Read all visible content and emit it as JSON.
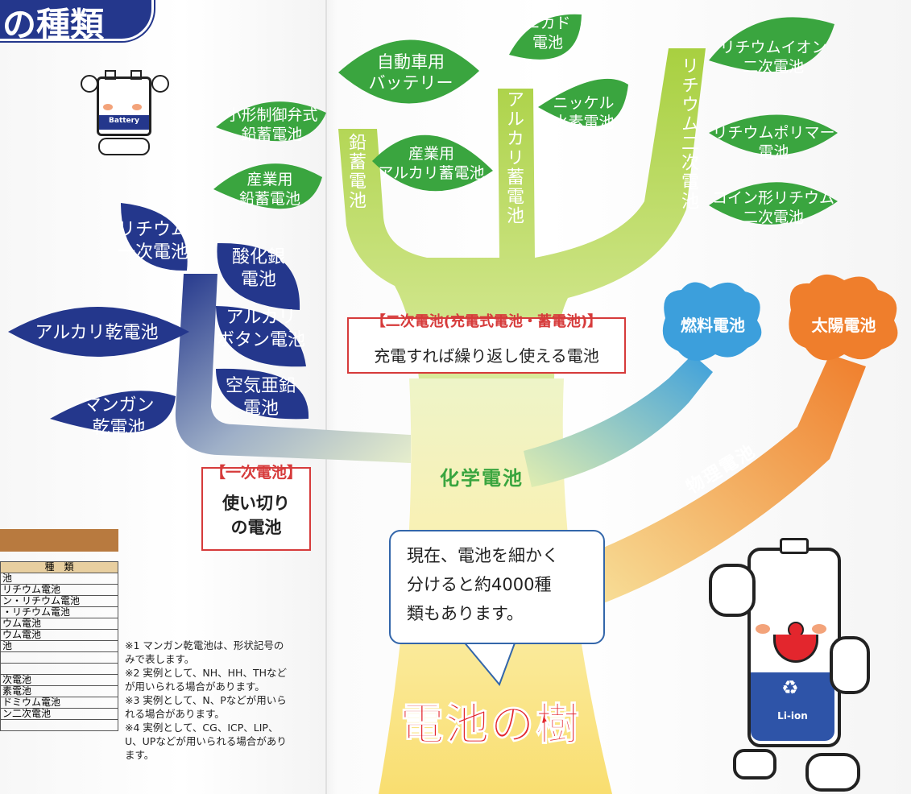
{
  "heading": {
    "fragment": "の種類"
  },
  "trees": {
    "primary_leaves": [
      "リチウム\n一次電池",
      "酸化銀\n電池",
      "アルカリ\nボタン電池",
      "アルカリ乾電池",
      "空気亜鉛\n電池",
      "マンガン\n乾電池"
    ],
    "secondary_leaves": [
      "自動車用\nバッテリー",
      "ニカド\n電池",
      "リチウムイオン\n二次電池",
      "小形制御弁式\n鉛蓄電池",
      "ニッケル\n水素電池",
      "産業用\nアルカリ蓄電池",
      "リチウムポリマー\n電池",
      "産業用\n鉛蓄電池",
      "コイン形リチウム\n二次電池"
    ],
    "branch_labels": [
      "鉛蓄電池",
      "アルカリ蓄電池",
      "リチウム二次電池"
    ],
    "cloud_labels": [
      "燃料電池",
      "太陽電池"
    ]
  },
  "boxes": {
    "secondary": {
      "title": "【二次電池(充電式電池・蓄電池)】",
      "text": "充電すれば繰り返し使える電池"
    },
    "primary": {
      "title": "【一次電池】",
      "text": "使い切り\nの電池"
    }
  },
  "labels": {
    "chemical": "化学電池",
    "physical": "物理電池",
    "tree_title": "電池の樹"
  },
  "speech": "現在、電池を細かく\n分けると約4000種\n類もあります。",
  "battery_label": "Battery",
  "liion_label": "Li-ion",
  "recycle_symbol": "♻",
  "table": {
    "header": "種　類",
    "rows": [
      "池",
      "リチウム電池",
      "ン・リチウム電池",
      "・リチウム電池",
      "ウム電池",
      "ウム電池",
      "池",
      "",
      "",
      "次電池",
      "素電池",
      "ドミウム電池",
      "ン二次電池",
      ""
    ]
  },
  "notes": [
    "※1 マンガン乾電池は、形状記号のみで表します。",
    "※2 実例として、NH、HH、THなどが用いられる場合があります。",
    "※3 実例として、N、Pなどが用いられる場合があります。",
    "※4 実例として、CG、ICP、LIP、U、UPなどが用いられる場合があります。"
  ],
  "colors": {
    "navy": "#24378c",
    "green": "#3aa53f",
    "red": "#d63b3b",
    "blue": "#3c9fdc",
    "orange": "#ef7e2c",
    "yellow": "#f8e58a"
  }
}
